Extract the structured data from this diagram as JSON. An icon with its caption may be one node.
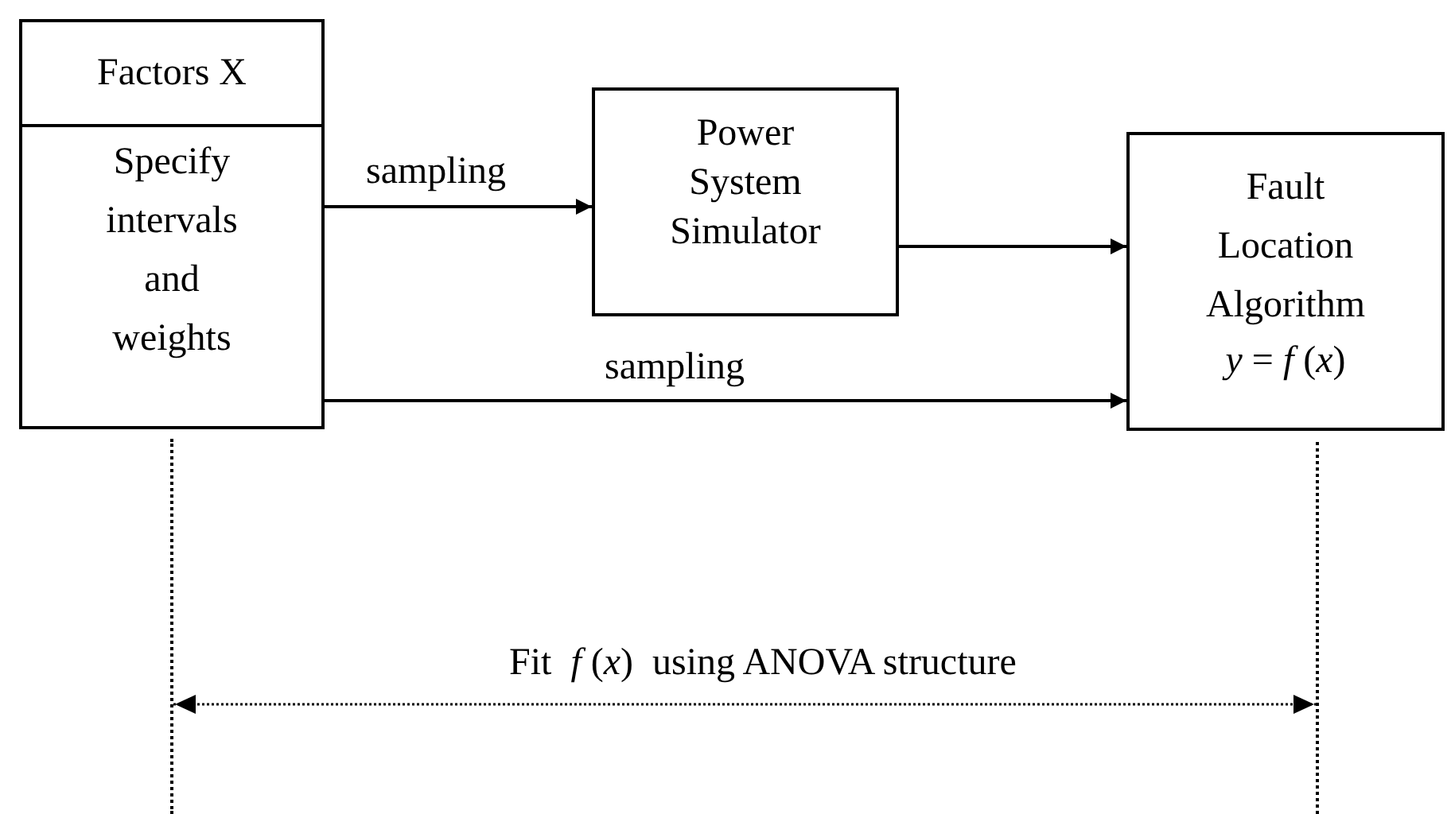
{
  "diagram": {
    "nodes": [
      {
        "text": [
          "Factors X",
          "Specify intervals and weights"
        ]
      },
      {
        "text": [
          "Power System Simulator"
        ]
      },
      {
        "text": [
          "Fault Location Algorithm",
          "*y* = *f* (*x*)"
        ]
      },
      {
        "text": [],
        "shape": "bar"
      },
      {
        "text": [],
        "shape": "bar"
      }
    ],
    "edges": [
      {
        "from": 0,
        "to": 1,
        "arrow": "to",
        "label": "sampling"
      },
      {
        "from": 1,
        "to": 2,
        "arrow": "to"
      },
      {
        "from": 0,
        "to": 2,
        "arrow": "to",
        "label": "sampling"
      },
      {
        "from": 3,
        "to": 4,
        "arrow": "both",
        "style": "dashed",
        "label": "Fit  *f* (*x*)  using ANOVA structure"
      }
    ]
  }
}
